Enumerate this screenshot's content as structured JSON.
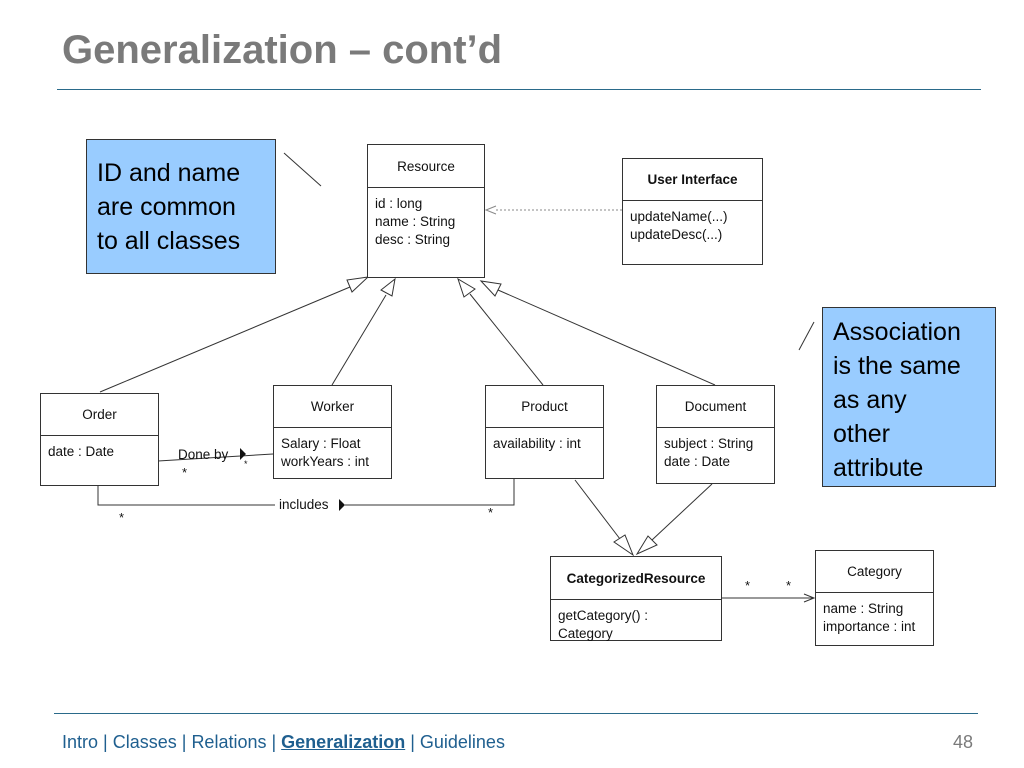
{
  "slide": {
    "title": "Generalization – cont’d",
    "page_number": "48"
  },
  "notes": {
    "common": [
      "ID and name",
      "are common",
      "to all classes"
    ],
    "association": [
      "Association",
      "is the same",
      "as any",
      "other",
      "attribute"
    ]
  },
  "classes": {
    "resource": {
      "name": "Resource",
      "attrs": [
        "id : long",
        "name : String",
        "desc : String"
      ]
    },
    "user_interface": {
      "name": "User Interface",
      "attrs": [
        "updateName(...)",
        "updateDesc(...)"
      ]
    },
    "order": {
      "name": "Order",
      "attrs": [
        "date : Date"
      ]
    },
    "worker": {
      "name": "Worker",
      "attrs": [
        "Salary : Float",
        "workYears : int"
      ]
    },
    "product": {
      "name": "Product",
      "attrs": [
        "availability : int"
      ]
    },
    "document": {
      "name": "Document",
      "attrs": [
        "subject : String",
        "date : Date"
      ]
    },
    "categorized_resource": {
      "name": "CategorizedResource",
      "attrs": [
        "getCategory() :",
        "Category"
      ]
    },
    "category": {
      "name": "Category",
      "attrs": [
        "name : String",
        "importance : int"
      ]
    }
  },
  "associations": {
    "done_by": {
      "label": "Done by",
      "mult_order": "*",
      "mult_worker": "*"
    },
    "includes": {
      "label": "includes",
      "mult_order": "*",
      "mult_product": "*"
    },
    "category_link": {
      "mult_left": "*",
      "mult_right": "*"
    }
  },
  "footer": {
    "sep": " | ",
    "links": [
      "Intro",
      "Classes",
      "Relations",
      "Generalization",
      "Guidelines"
    ]
  }
}
